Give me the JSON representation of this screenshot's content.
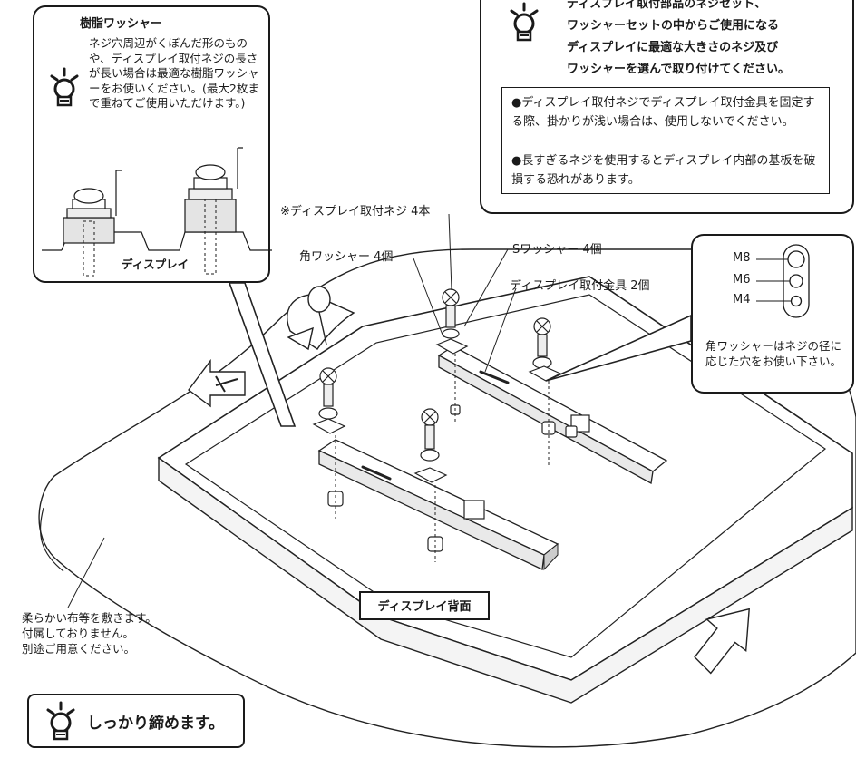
{
  "resin_box": {
    "title": "樹脂ワッシャー",
    "body": "ネジ穴周辺がくぼんだ形のものや、ディスプレイ取付ネジの長さが長い場合は最適な樹脂ワッシャーをお使いください。(最大2枚まで重ねてご使用いただけます。)",
    "display_label": "ディスプレイ"
  },
  "top_right_box": {
    "lines": [
      "ディスプレイ取付部品のネジセット、",
      "ワッシャーセットの中からご使用になる",
      "ディスプレイに最適な大きさのネジ及び",
      "ワッシャーを選んで取り付けてください。"
    ],
    "notes": [
      "●ディスプレイ取付ネジでディスプレイ取付金具を固定する際、掛かりが浅い場合は、使用しないでください。",
      "●長すぎるネジを使用するとディスプレイ内部の基板を破損する恐れがあります。"
    ]
  },
  "size_box": {
    "sizes": [
      "M8",
      "M6",
      "M4"
    ],
    "note": "角ワッシャーはネジの径に応じた穴をお使い下さい。"
  },
  "labels": {
    "screws": "※ディスプレイ取付ネジ 4本",
    "square_washer": "角ワッシャー 4個",
    "s_washer": "Sワッシャー 4個",
    "bracket": "ディスプレイ取付金具 2個",
    "display_back": "ディスプレイ背面",
    "cloth": "柔らかい布等を敷きます。\n付属しておりません。\n別途ご用意ください。"
  },
  "tighten": {
    "text": "しっかり締めます。"
  },
  "icons": [
    "tip-lightbulb-icon",
    "screwdriver-icon",
    "arrow-up-icon"
  ]
}
